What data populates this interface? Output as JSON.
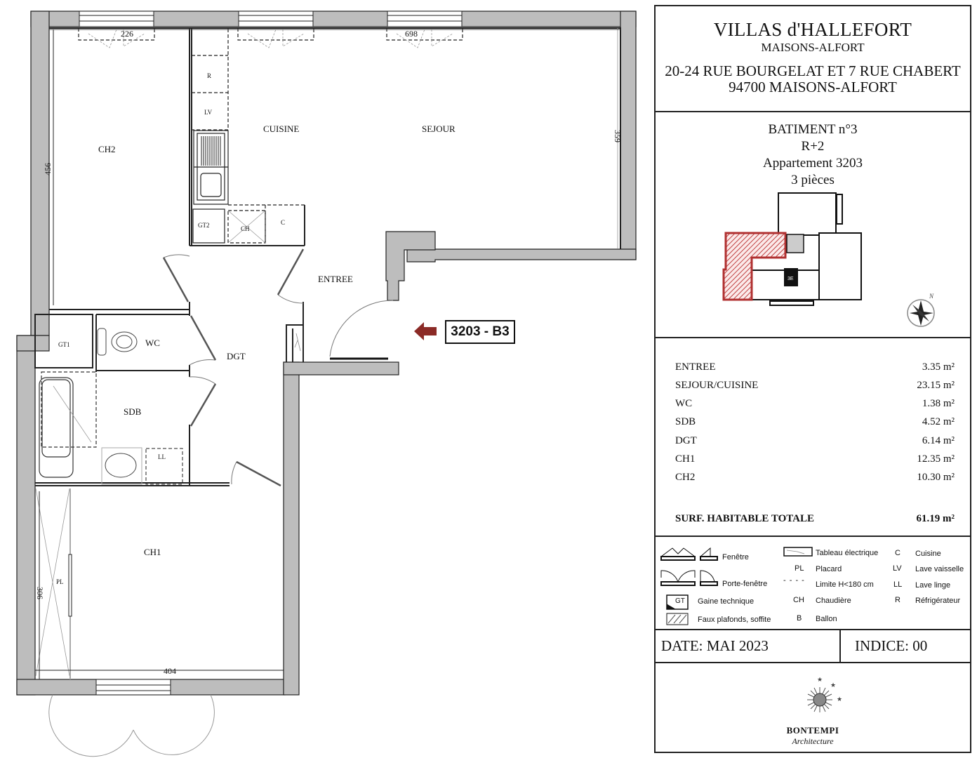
{
  "project": {
    "name": "VILLAS d'HALLEFORT",
    "city": "MAISONS-ALFORT",
    "address_line1": "20-24 RUE BOURGELAT ET 7 RUE CHABERT",
    "address_line2": "94700 MAISONS-ALFORT"
  },
  "apartment": {
    "building": "BATIMENT n°3",
    "floor": "R+2",
    "unit": "Appartement 3203",
    "rooms": "3 pièces",
    "tag": "3203 - B3",
    "highlight_color": "#b03030",
    "arrow_color": "#8b2a26"
  },
  "plan": {
    "rooms": {
      "ch2": "CH2",
      "cuisine": "CUISINE",
      "sejour": "SEJOUR",
      "entree": "ENTREE",
      "dgt": "DGT",
      "wc": "WC",
      "sdb": "SDB",
      "ch1": "CH1"
    },
    "fixtures": {
      "r": "R",
      "lv": "LV",
      "gt2": "GT2",
      "ch": "CH",
      "c": "C",
      "gt1": "GT1",
      "ll": "LL",
      "pl": "PL"
    },
    "dimensions": {
      "ch2_window": "226",
      "sejour_window": "698",
      "sejour_height": "359",
      "ch2_height": "456",
      "ch1_height": "306",
      "ch1_width": "404"
    },
    "wall_color": "#bdbdbd"
  },
  "surfaces": {
    "rows": [
      {
        "label": "ENTREE",
        "value": "3.35 m²"
      },
      {
        "label": "SEJOUR/CUISINE",
        "value": "23.15 m²"
      },
      {
        "label": "WC",
        "value": "1.38 m²"
      },
      {
        "label": "SDB",
        "value": "4.52 m²"
      },
      {
        "label": "DGT",
        "value": "6.14 m²"
      },
      {
        "label": "CH1",
        "value": "12.35 m²"
      },
      {
        "label": "CH2",
        "value": "10.30 m²"
      }
    ],
    "total_label": "SURF. HABITABLE TOTALE",
    "total_value": "61.19 m²"
  },
  "legend": {
    "fenetre": "Fenêtre",
    "porte_fenetre": "Porte-fenêtre",
    "gaine": "Gaine technique",
    "gaine_code": "GT",
    "faux_plafonds": "Faux plafonds, soffite",
    "tableau": "Tableau électrique",
    "pl_code": "PL",
    "pl": "Placard",
    "limite": "Limite H<180 cm",
    "ch_code": "CH",
    "ch": "Chaudière",
    "b_code": "B",
    "b": "Ballon",
    "c_code": "C",
    "c": "Cuisine",
    "lv_code": "LV",
    "lv": "Lave vaisselle",
    "ll_code": "LL",
    "ll": "Lave linge",
    "r_code": "R",
    "r": "Réfrigérateur"
  },
  "footer": {
    "date": "DATE:  MAI 2023",
    "indice": "INDICE:  00",
    "architect": "BONTEMPI",
    "architect_sub": "Architecture"
  },
  "compass": {
    "north": "N"
  }
}
